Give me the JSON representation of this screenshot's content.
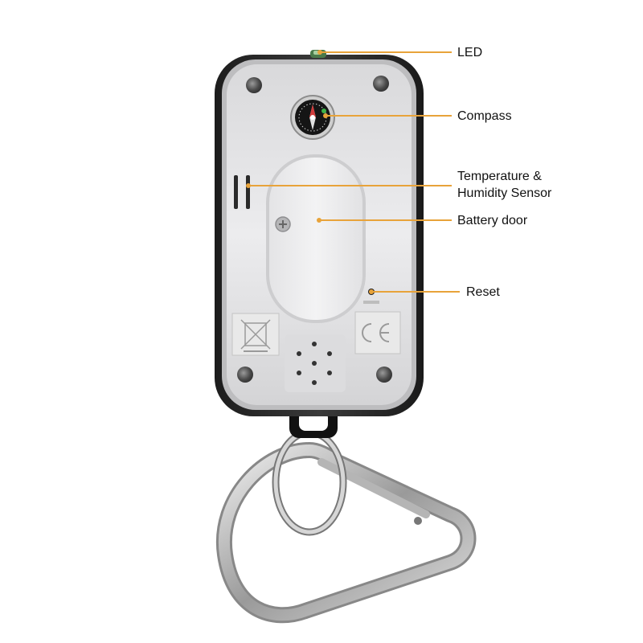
{
  "colors": {
    "leader_line": "#E8A33A",
    "body_shell": "#2b2b2b",
    "body_face": "#e9e9ea",
    "background": "#ffffff"
  },
  "callouts": {
    "led": "LED",
    "compass": "Compass",
    "sensor_line1": "Temperature &",
    "sensor_line2": "Humidity Sensor",
    "battery": "Battery door",
    "reset": "Reset"
  }
}
